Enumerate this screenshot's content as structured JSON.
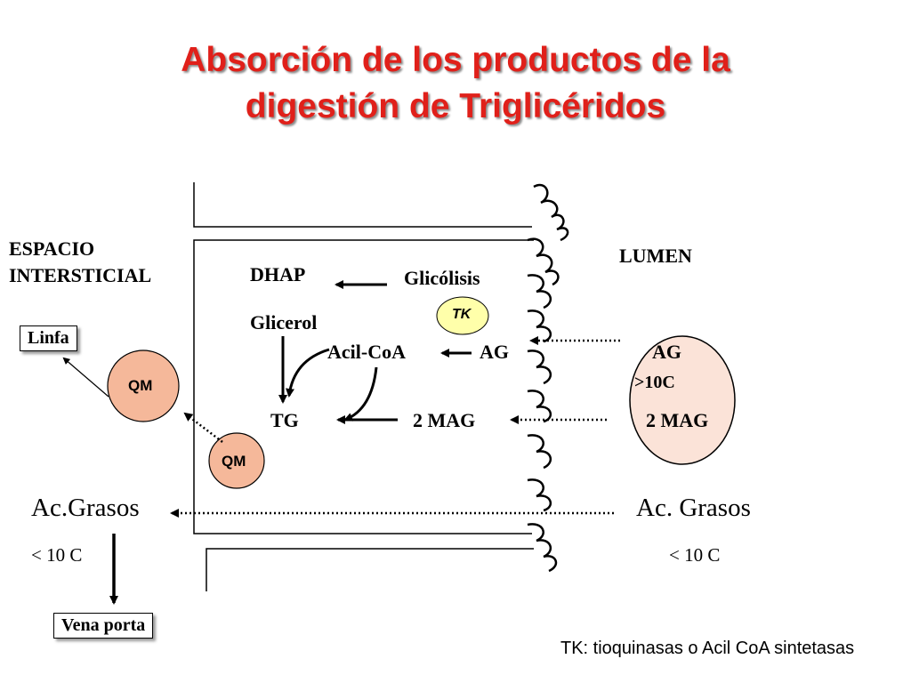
{
  "title": {
    "line1": "Absorción de los productos de la",
    "line2": "digestión de Triglicéridos"
  },
  "labels": {
    "espacio_line1": "ESPACIO",
    "espacio_line2": "INTERSTICIAL",
    "lumen": "LUMEN",
    "dhap": "DHAP",
    "glicolisis": "Glicólisis",
    "glicerol": "Glicerol",
    "acil_coa": "Acil-CoA",
    "ag_cell": "AG",
    "tg": "TG",
    "mag_cell": "2 MAG",
    "ag_lumen": "AG",
    "gt10c": ">10C",
    "mag_lumen": "2 MAG",
    "acgrasos_left": "Ac.Grasos",
    "acgrasos_right": "Ac. Grasos",
    "lt10c_left": "< 10 C",
    "lt10c_right": "< 10 C"
  },
  "boxes": {
    "linfa": "Linfa",
    "vena_porta": "Vena porta"
  },
  "circles": {
    "qm_top": "QM",
    "qm_bottom": "QM",
    "tk": "TK"
  },
  "footnote": "TK: tioquinasas o Acil CoA sintetasas",
  "colors": {
    "title": "#e0201a",
    "qm_fill": "#f5b89a",
    "tk_fill": "#ffffaa",
    "lumen_fill": "#fbe3d8"
  }
}
